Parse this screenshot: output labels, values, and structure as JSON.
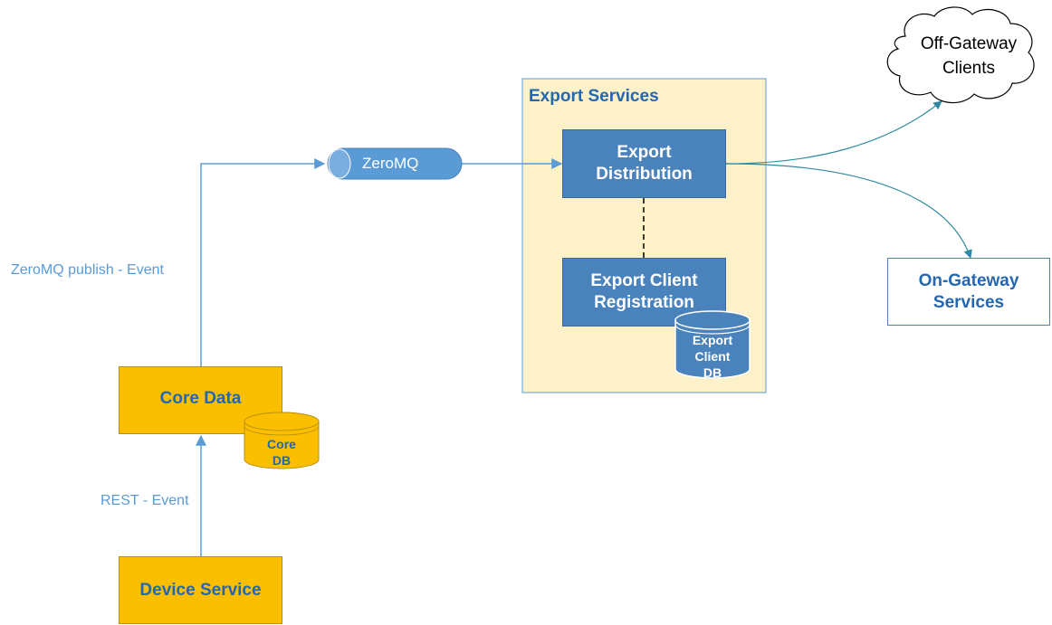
{
  "nodes": {
    "device_service": "Device Service",
    "core_data": "Core Data",
    "core_db": [
      "Core",
      "DB"
    ],
    "zeromq": "ZeroMQ",
    "export_group_title": "Export Services",
    "export_distribution": [
      "Export",
      "Distribution"
    ],
    "export_client_registration": [
      "Export Client",
      "Registration"
    ],
    "export_client_db": [
      "Export",
      "Client",
      "DB"
    ],
    "off_gateway_clients": [
      "Off-Gateway",
      "Clients"
    ],
    "on_gateway_services": [
      "On-Gateway",
      "Services"
    ]
  },
  "edges": {
    "rest_event": "REST - Event",
    "zeromq_publish_event": "ZeroMQ publish - Event"
  },
  "colors": {
    "core_yellow": "#fcbf00",
    "export_blue": "#4a82bb",
    "group_background": "#fdf1c9",
    "connector": "#5b9bd5",
    "teal_connector": "#2e8aa0",
    "label_blue": "#2367b0"
  }
}
